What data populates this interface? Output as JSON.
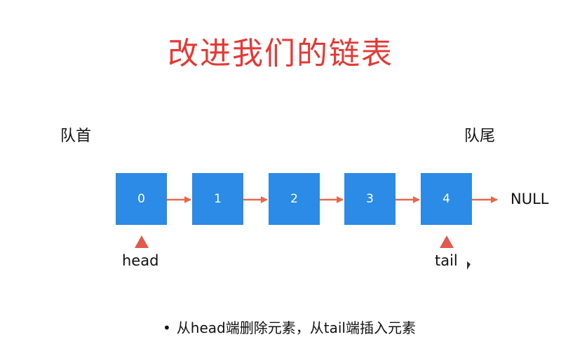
{
  "title": "改进我们的链表",
  "labels": {
    "queue_front": "队首",
    "queue_rear": "队尾",
    "null": "NULL",
    "head": "head",
    "tail": "tail"
  },
  "nodes": [
    "0",
    "1",
    "2",
    "3",
    "4"
  ],
  "note": {
    "bullet": "•",
    "text": "从head端删除元素，从tail端插入元素"
  },
  "colors": {
    "title": "#e53935",
    "node_fill": "#2b8be6",
    "arrow": "#e8684a",
    "pointer": "#e05a4d"
  }
}
